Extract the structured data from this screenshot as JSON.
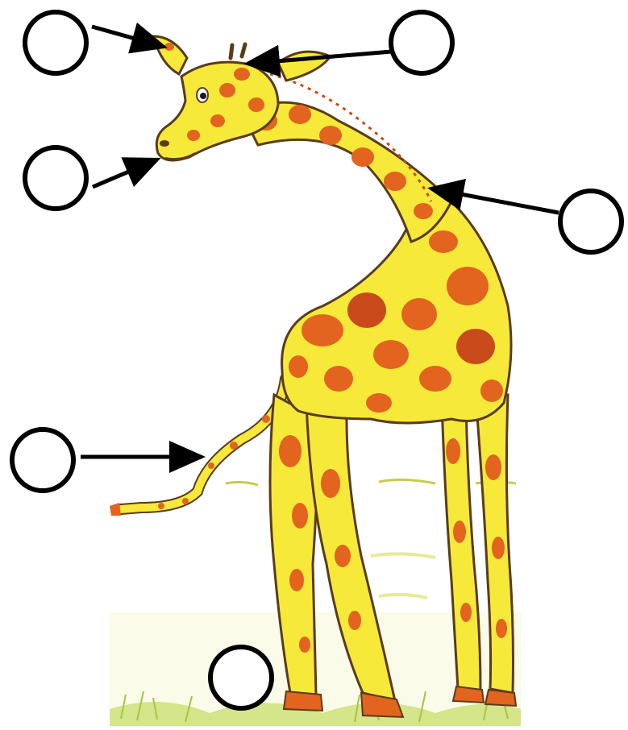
{
  "diagram": {
    "subject": "giraffe",
    "labels": [
      {
        "id": "ear",
        "answer": ""
      },
      {
        "id": "horn",
        "answer": ""
      },
      {
        "id": "nose",
        "answer": ""
      },
      {
        "id": "neck",
        "answer": ""
      },
      {
        "id": "tail",
        "answer": ""
      },
      {
        "id": "leg",
        "answer": ""
      }
    ]
  },
  "colors": {
    "body_yellow": "#f7e93a",
    "spot_orange": "#e2641e",
    "spot_dark": "#c94a1a",
    "outline": "#5a3b1a",
    "grass": "#c7dd6a",
    "label_border": "#000000"
  }
}
